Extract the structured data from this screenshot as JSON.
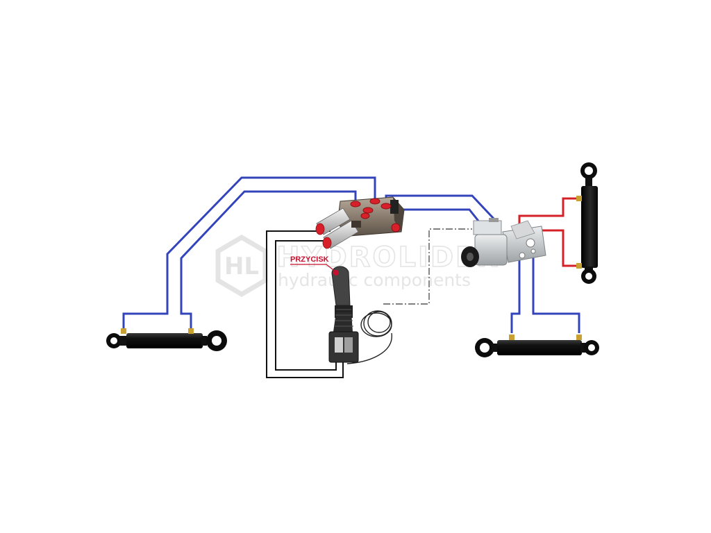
{
  "diagram": {
    "watermark": {
      "brand": "HYDROLIDER",
      "tagline": "hydraulic components",
      "logo_letters": "HL"
    },
    "joystick_button_label": "PRZYCISK",
    "colors": {
      "hydraulic_line": "#3344bb",
      "pressure_line": "#d42026",
      "control_line": "#111111",
      "signal_line": "#555555",
      "label": "#c8102e",
      "cylinder_body": "#151515",
      "valve_body": "#8a7a6a",
      "valve_caps": "#d8202a",
      "selector_valve_body": "#c9ccce",
      "watermark": "#cfcfcf"
    },
    "components": [
      {
        "id": "cylinder-left",
        "type": "hydraulic-cylinder"
      },
      {
        "id": "sectional-valve",
        "type": "two-section-directional-valve"
      },
      {
        "id": "joystick",
        "type": "joystick-with-button"
      },
      {
        "id": "selector-valve",
        "type": "solenoid-flow-divider-valve"
      },
      {
        "id": "cylinder-vertical",
        "type": "hydraulic-cylinder"
      },
      {
        "id": "cylinder-bottom-right",
        "type": "hydraulic-cylinder"
      }
    ]
  }
}
